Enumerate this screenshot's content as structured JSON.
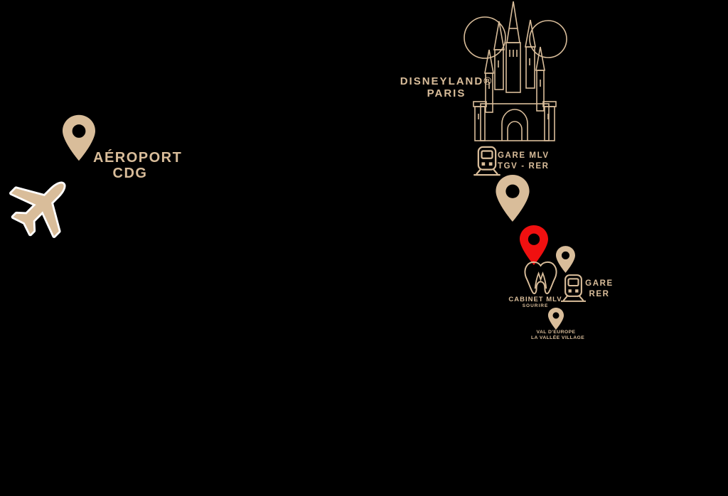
{
  "colors": {
    "background": "#000000",
    "tan": "#d9bd9a",
    "red": "#f01010",
    "white": "#ffffff"
  },
  "labels": {
    "disneyland": {
      "line1": "DISNEYLAND®",
      "line2": "PARIS"
    },
    "airport": {
      "line1": "AÉROPORT",
      "line2": "CDG"
    },
    "gare_mlv": {
      "line1": "GARE MLV",
      "line2": "TGV - RER"
    },
    "cabinet": {
      "line1": "CABINET MLV",
      "line2": "SOURIRE"
    },
    "gare_rer": {
      "line1": "GARE",
      "line2": "RER"
    },
    "val_europe": {
      "line1": "VAL D'EUROPE",
      "line2": "LA VALLÉE VILLAGE"
    }
  },
  "icons": {
    "castle": "disneyland-castle-line-art-with-mickey-ears",
    "plane": "airplane",
    "pin": "map-pin-marker",
    "train": "train-station-front",
    "tooth": "tooth-dental-logo"
  },
  "map_points": [
    {
      "name": "Aéroport CDG",
      "marker": "tan-pin"
    },
    {
      "name": "Disneyland Paris",
      "marker": "castle"
    },
    {
      "name": "Gare MLV TGV - RER",
      "marker": "tan-pin"
    },
    {
      "name": "Cabinet MLV Sourire",
      "marker": "red-pin"
    },
    {
      "name": "Gare RER",
      "marker": "tan-pin"
    },
    {
      "name": "Val d'Europe / La Vallée Village",
      "marker": "tan-pin"
    }
  ]
}
